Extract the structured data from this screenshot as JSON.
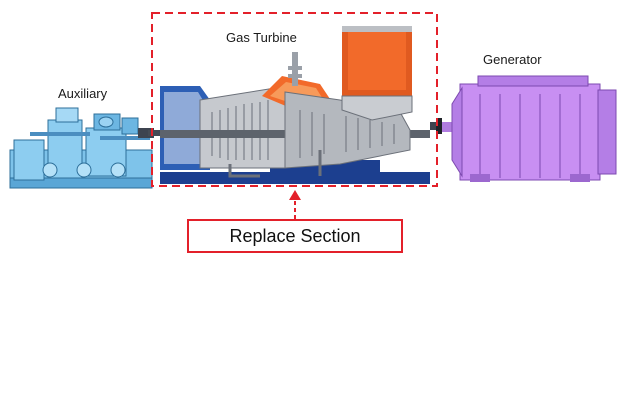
{
  "labels": {
    "auxiliary": "Auxiliary",
    "gas_turbine": "Gas Turbine",
    "generator": "Generator",
    "replace_section": "Replace Section"
  },
  "colors": {
    "highlight_border": "#e3202a",
    "auxiliary_body": "#7ec3ea",
    "turbine_gray": "#a9adb3",
    "turbine_blue": "#1c3f8f",
    "combustor_orange": "#f26a2a",
    "generator_purple": "#c88ff2"
  },
  "icons": {
    "auxiliary": "auxiliary-skid-icon",
    "gas_turbine": "gas-turbine-icon",
    "generator": "generator-icon"
  }
}
